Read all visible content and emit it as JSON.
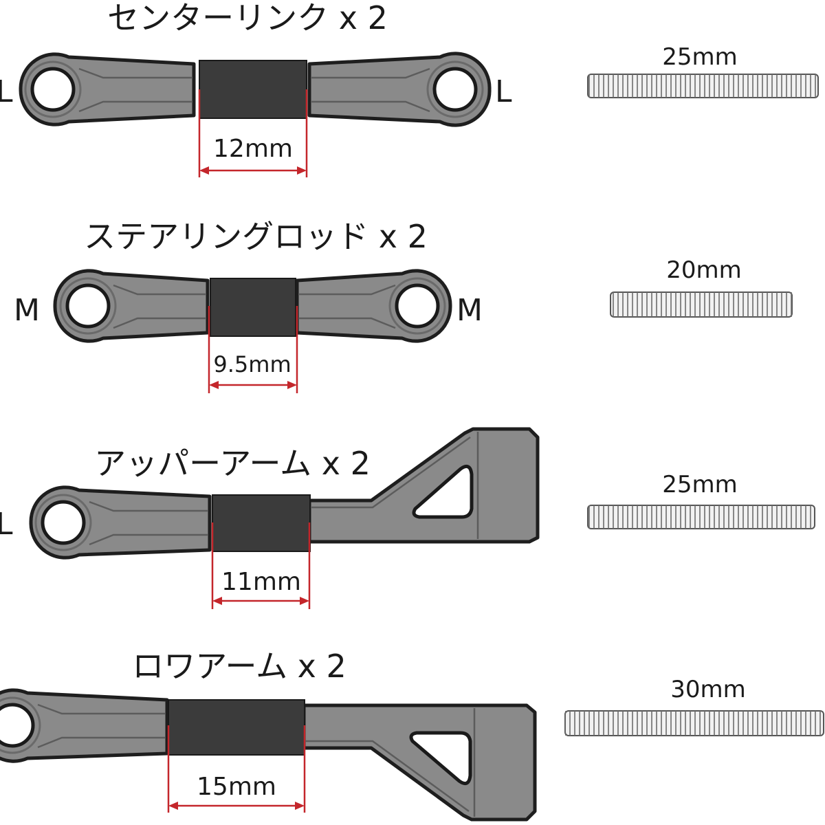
{
  "parts": [
    {
      "title": "センターリンク x 2",
      "end_label_left": "L",
      "end_label_right": "L",
      "dimension": "12mm",
      "screw_length": "25mm"
    },
    {
      "title": "ステアリングロッド x 2",
      "end_label_left": "M",
      "end_label_right": "M",
      "dimension": "9.5mm",
      "screw_length": "20mm"
    },
    {
      "title": "アッパーアーム x 2",
      "end_label_left": "L",
      "dimension": "11mm",
      "screw_length": "25mm"
    },
    {
      "title": "ロワアーム x 2",
      "dimension": "15mm",
      "screw_length": "30mm"
    }
  ],
  "colors": {
    "part_body": "#8a8a8a",
    "sleeve": "#3b3b3b",
    "dimension_marker": "#c4262b",
    "outline": "#1e1e1e"
  }
}
